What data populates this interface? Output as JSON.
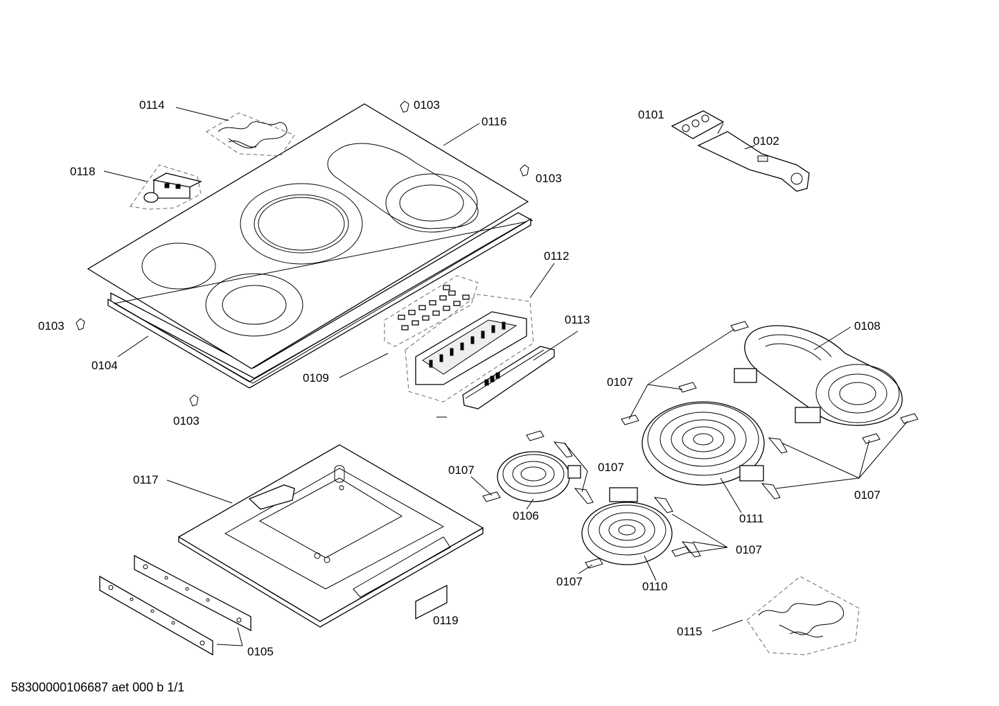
{
  "labels": {
    "p0101": "0101",
    "p0102": "0102",
    "p0103a": "0103",
    "p0103b": "0103",
    "p0103c": "0103",
    "p0103d": "0103",
    "p0104": "0104",
    "p0105": "0105",
    "p0106": "0106",
    "p0107a": "0107",
    "p0107b": "0107",
    "p0107c": "0107",
    "p0107d": "0107",
    "p0107e": "0107",
    "p0107f": "0107",
    "p0108": "0108",
    "p0109": "0109",
    "p0110": "0110",
    "p0111": "0111",
    "p0112": "0112",
    "p0113": "0113",
    "p0114": "0114",
    "p0115": "0115",
    "p0116": "0116",
    "p0117": "0117",
    "p0118": "0118",
    "p0119": "0119"
  },
  "footer": "58300000106687 aet 000 b 1/1"
}
